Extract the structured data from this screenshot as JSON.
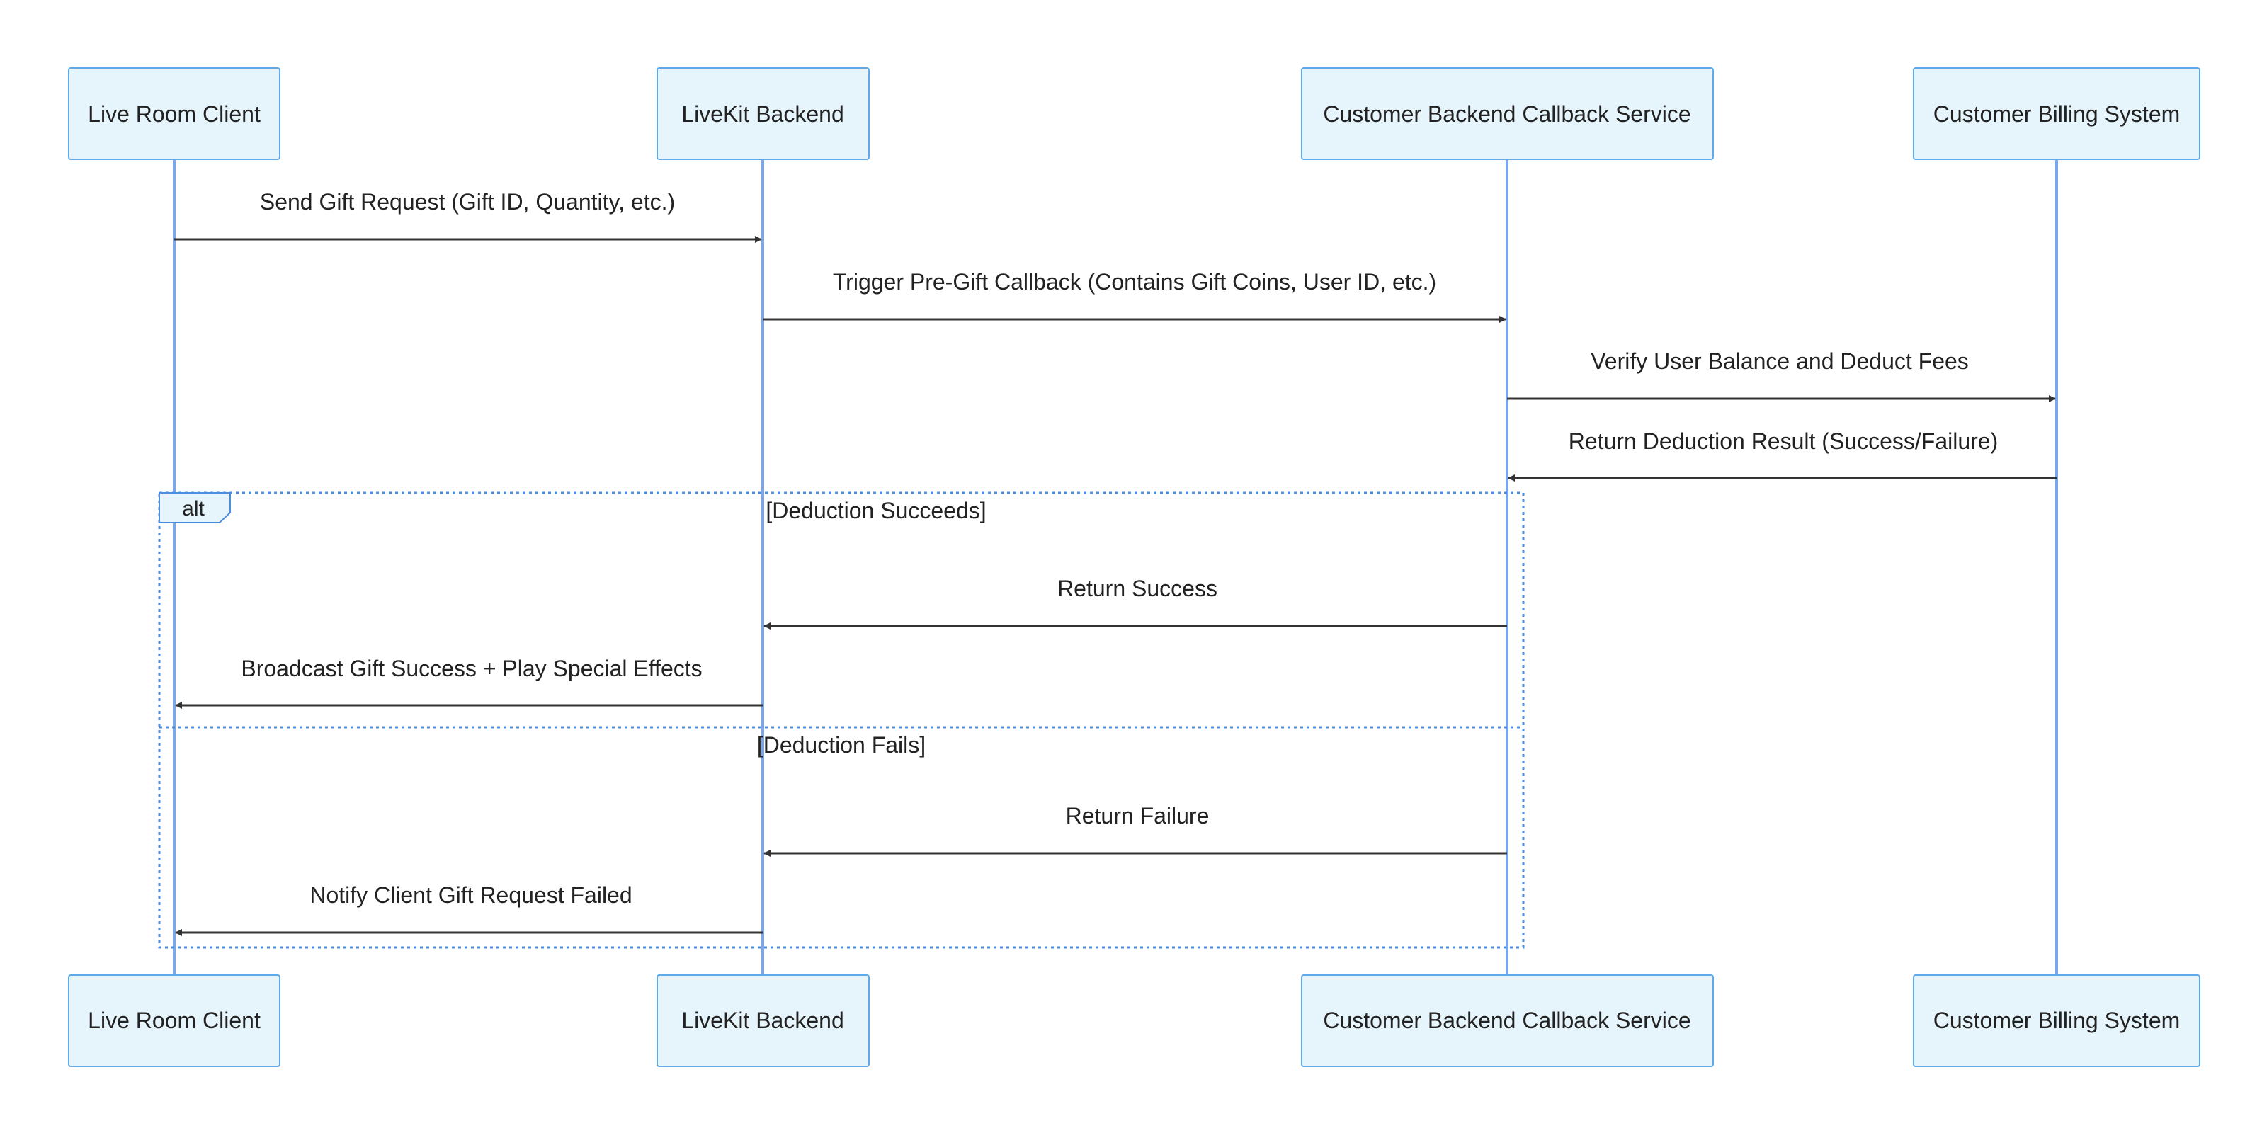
{
  "participants": [
    {
      "label": "Live Room Client"
    },
    {
      "label": "LiveKit Backend"
    },
    {
      "label": "Customer Backend Callback Service"
    },
    {
      "label": "Customer Billing System"
    }
  ],
  "messages": [
    {
      "from": 0,
      "to": 1,
      "label": "Send Gift Request (Gift ID, Quantity, etc.)"
    },
    {
      "from": 1,
      "to": 2,
      "label": "Trigger Pre-Gift Callback (Contains Gift Coins, User ID, etc.)"
    },
    {
      "from": 2,
      "to": 3,
      "label": "Verify User Balance and Deduct Fees"
    },
    {
      "from": 3,
      "to": 2,
      "label": "Return Deduction Result (Success/Failure)"
    },
    {
      "from": 2,
      "to": 1,
      "label": "Return Success"
    },
    {
      "from": 1,
      "to": 0,
      "label": "Broadcast Gift Success + Play Special Effects"
    },
    {
      "from": 2,
      "to": 1,
      "label": "Return Failure"
    },
    {
      "from": 1,
      "to": 0,
      "label": "Notify Client Gift Request Failed"
    }
  ],
  "alt_frame": {
    "label": "alt",
    "conditions": [
      "[Deduction Succeeds]",
      "[Deduction Fails]"
    ]
  }
}
